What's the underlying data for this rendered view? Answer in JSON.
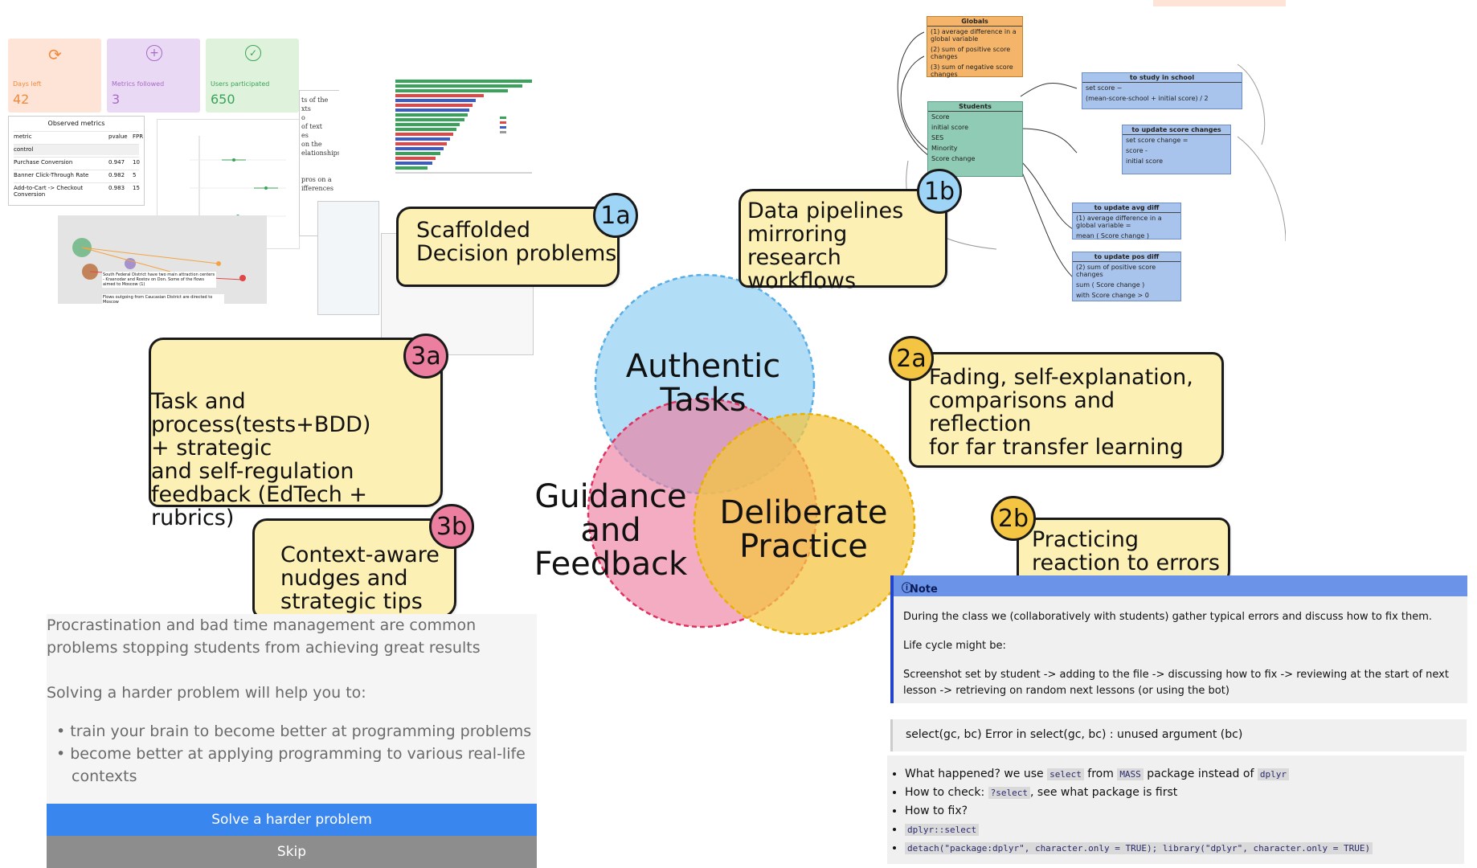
{
  "venn": {
    "authentic": "Authentic\nTasks",
    "guidance": "Guidance\nand\nFeedback",
    "deliberate": "Deliberate\nPractice"
  },
  "notes": {
    "n1a": {
      "badge": "1a",
      "text": "Scaffolded\nDecision problems"
    },
    "n1b": {
      "badge": "1b",
      "text": "Data pipelines\nmirroring research\nworkflows"
    },
    "n2a": {
      "badge": "2a",
      "text": "Fading, self-explanation,\ncomparisons and reflection\nfor far transfer learning"
    },
    "n2b": {
      "badge": "2b",
      "text": "Practicing\nreaction to errors"
    },
    "n3a": {
      "badge": "3a",
      "text": "Task and process(tests+BDD)\n+ strategic\nand self-regulation\nfeedback (EdTech + rubrics)"
    },
    "n3b": {
      "badge": "3b",
      "text": "Context-aware\nnudges and\nstrategic tips"
    }
  },
  "dashboard": {
    "cards": [
      {
        "label": "Days left",
        "value": "42",
        "color": "#f28a3c"
      },
      {
        "label": "Metrics followed",
        "value": "3",
        "color": "#a86bc5"
      },
      {
        "label": "Users participated",
        "value": "650",
        "color": "#3aa35a"
      }
    ],
    "table": {
      "title": "Observed metrics",
      "headers": [
        "metric",
        "pvalue",
        "FPR"
      ],
      "rows": [
        [
          "control",
          "",
          ""
        ],
        [
          "Purchase Conversion",
          "0.947",
          "10"
        ],
        [
          "Banner Click-Through Rate",
          "0.982",
          "5"
        ],
        [
          "Add-to-Cart -> Checkout Conversion",
          "0.983",
          "15"
        ]
      ]
    },
    "map_notes": [
      "South Federal District have two main attraction centers - Krasnodar and Rostov on Don. Some of the flows aimed to Moscow (1)",
      "Flows outgoing from Caucasian District are directed to Moscow"
    ]
  },
  "uml": {
    "globals": {
      "title": "Globals",
      "rows": [
        "(1) average difference in a global variable",
        "(2) sum of positive score changes",
        "(3) sum of negative score changes"
      ]
    },
    "students": {
      "title": "Students",
      "rows": [
        "Score",
        "initial score",
        "SES",
        "Minority",
        "Score change"
      ]
    },
    "school": {
      "title": "to study in school",
      "rows": [
        "set score ~",
        "(mean-score-school + initial score) / 2"
      ]
    },
    "update_score": {
      "title": "to update score changes",
      "rows": [
        "set score change =",
        "score -",
        "initial score"
      ]
    },
    "avg_diff": {
      "title": "to update avg diff",
      "rows": [
        "(1) average difference in a global variable =",
        "mean ( Score change )"
      ]
    },
    "pos_diff": {
      "title": "to update pos diff",
      "rows": [
        "(2) sum of positive score changes",
        "sum ( Score change )",
        "with Score change > 0"
      ]
    }
  },
  "nudge": {
    "line1": "Procrastination and bad time management are common",
    "line2": "problems stopping students from achieving great results",
    "line3": "Solving a harder problem will help you to:",
    "bullet1": "train your brain to become better at programming problems",
    "bullet2a": "become better at applying programming to various real-life",
    "bullet2b": "contexts",
    "solve_button": "Solve a harder problem",
    "skip_button": "Skip"
  },
  "mdnote": {
    "header": "Note",
    "p1": "During the class we (collaboratively with students) gather typical errors and discuss how to fix them.",
    "p2": "Life cycle might be:",
    "p3": "Screenshot set by student -> adding to the file -> discussing how to fix -> reviewing at the start of next lesson -> retrieving on random next lessons (or using the bot)",
    "error_line": "select(gc, bc) Error in select(gc, bc) : unused argument (bc)",
    "b1_pre": "What happened? we use ",
    "b1_code1": "select",
    "b1_mid": " from ",
    "b1_code2": "MASS",
    "b1_mid2": " package instead of ",
    "b1_code3": "dplyr",
    "b2_pre": "How to check: ",
    "b2_code": "?select",
    "b2_post": ", see what package is first",
    "b3": "How to fix?",
    "b4_code": "dplyr::select",
    "b5_code": "detach(\"package:dplyr\", character.only = TRUE); library(\"dplyr\", character.only = TRUE)"
  },
  "colors": {
    "blue": "#9ed4f5",
    "pink": "#ec7f9f",
    "yellow": "#f4c542",
    "note_bg": "#fdf0b4"
  }
}
